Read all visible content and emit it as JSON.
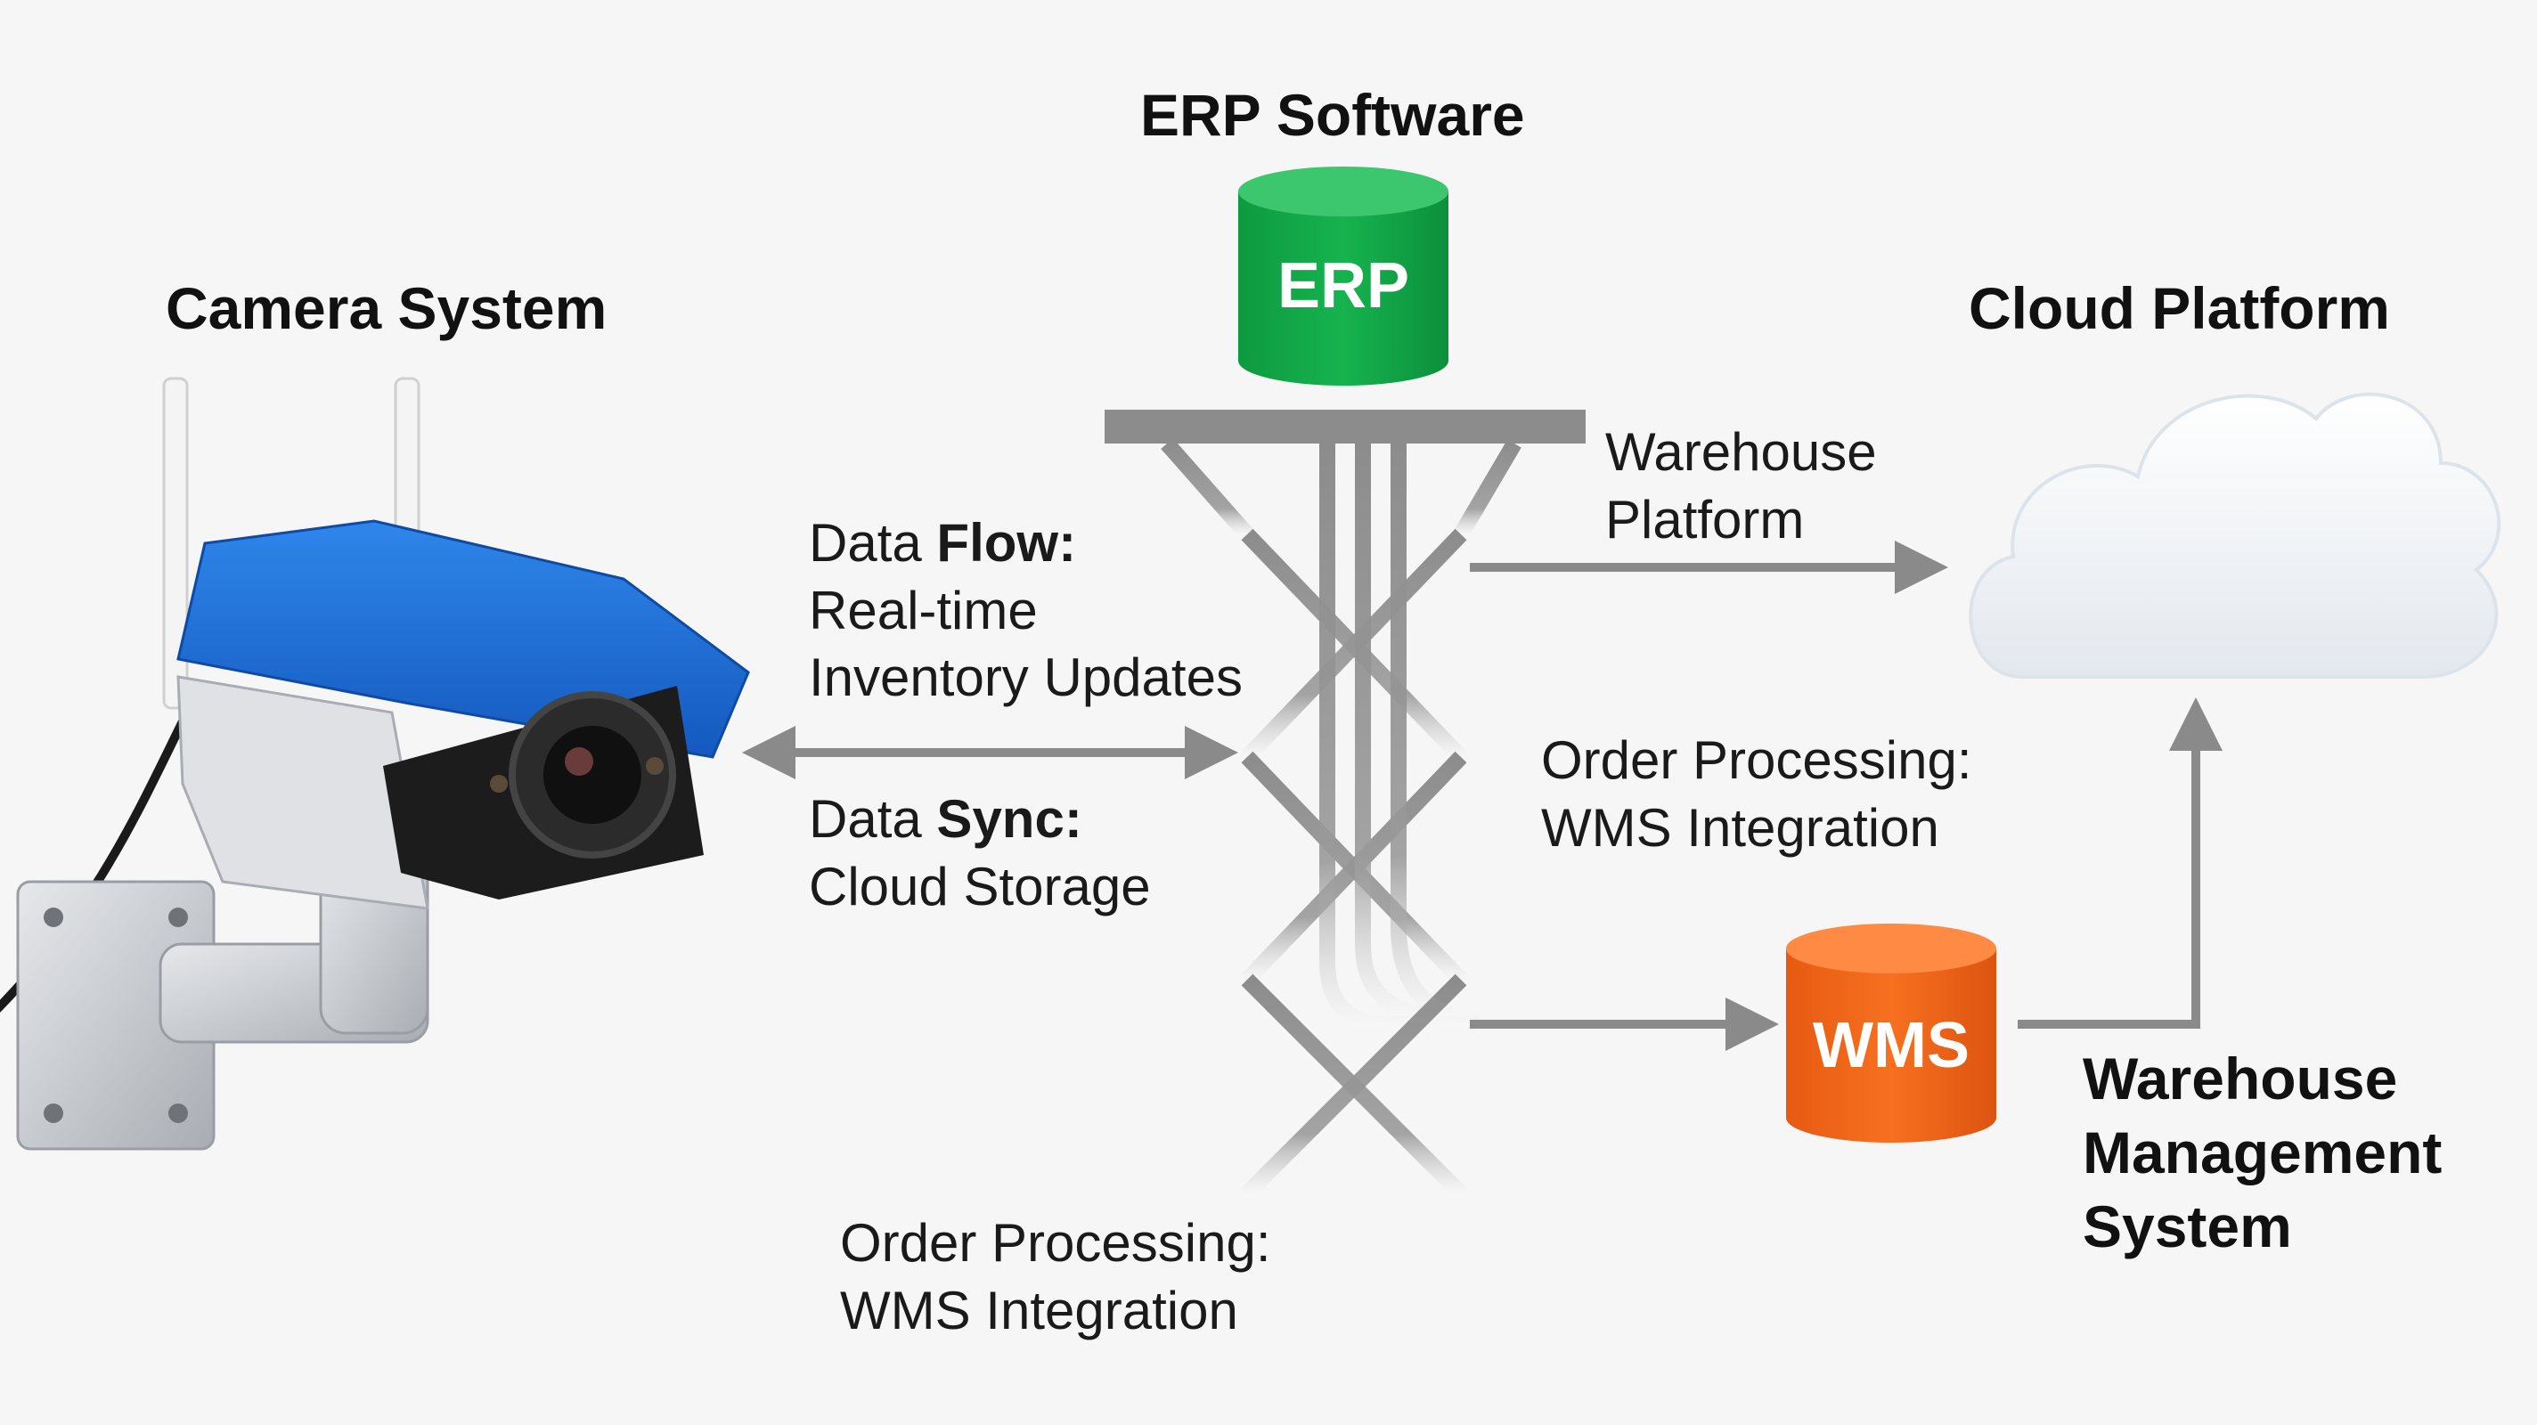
{
  "headings": {
    "camera": "Camera System",
    "erp": "ERP Software",
    "cloud": "Cloud Platform",
    "wms": [
      "Warehouse",
      "Management",
      "System"
    ]
  },
  "databases": {
    "erp": {
      "label": "ERP",
      "color": "#12a84a"
    },
    "wms": {
      "label": "WMS",
      "color": "#f0651b"
    }
  },
  "annotations": {
    "data_flow": {
      "prefix": "Data ",
      "bold": "Flow:",
      "lines": [
        "Real-time",
        "Inventory Updates"
      ]
    },
    "data_sync": {
      "prefix": "Data ",
      "bold": "Sync:",
      "lines": [
        "Cloud Storage"
      ]
    },
    "warehouse_platform": [
      "Warehouse",
      "Platform"
    ],
    "order_processing_mid": [
      "Order Processing:",
      "WMS Integration"
    ],
    "order_processing_bottom": [
      "Order Processing:",
      "WMS Integration"
    ]
  },
  "icons": {
    "camera": "security-camera-icon",
    "tower": "lattice-tower-icon",
    "cloud": "cloud-icon"
  },
  "colors": {
    "arrow": "#8a8a8a",
    "camera_housing": "#1f6fd6",
    "cloud": "#ffffff"
  }
}
